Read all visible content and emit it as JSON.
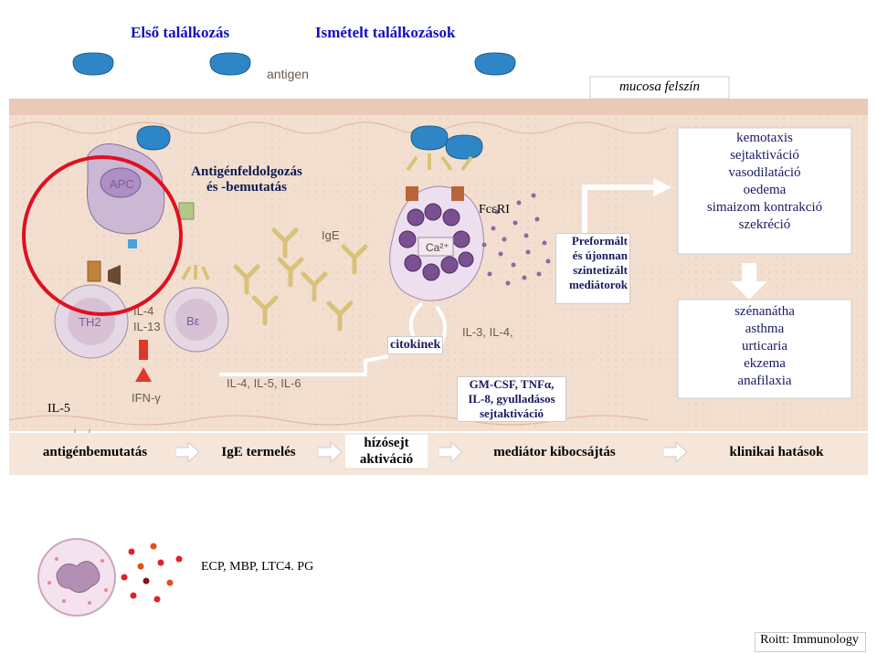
{
  "header": {
    "first_encounter": "Első találkozás",
    "repeated_encounters": "Ismételt találkozások"
  },
  "figure": {
    "antigen_label": "antigen",
    "mucosa_label": "mucosa felszín",
    "apc_label": "APC",
    "th2_label": "TH2",
    "be_label": "Bε",
    "il4_il13_label": "IL-4\nIL-13",
    "ifn_label": "IFN-γ",
    "il4_il5_il6_label": "IL-4, IL-5, IL-6",
    "ige_label": "IgE",
    "ca_label": "Ca²⁺",
    "il3_il4_label": "IL-3, IL-4,",
    "processing_label": "Antigénfeldolgozás\nés -bemutatás",
    "fceri_label": "FcεRI",
    "preformed_label": "Preformált\nés újonnan\nszintetizált\nmediátorok",
    "citokinek_label": "citokinek",
    "gmcsf_label": "GM-CSF, TNFα,\nIL-8, gyulladásos\nsejtaktiváció",
    "il5_label": "IL-5",
    "effects_top": "kemotaxis\nsejtaktiváció\nvasodilatáció\noedema\nsimaizom kontrakció\nszekréció",
    "effects_bottom": "szénanátha\nasthma\nurticaria\nekzema\nanafilaxia"
  },
  "stages": [
    "antigénbemutatás",
    "IgE termelés",
    "hízósejt\naktiváció",
    "mediátor kibocsájtás",
    "klinikai hatások"
  ],
  "eosinophil_label": "ECP, MBP, LTC4. PG",
  "credit": "Roitt: Immunology",
  "colors": {
    "header_blue": "#1010c0",
    "label_navy": "#0a1a50",
    "red_circle": "#e01020",
    "figure_bg": "#f3dfd0"
  }
}
